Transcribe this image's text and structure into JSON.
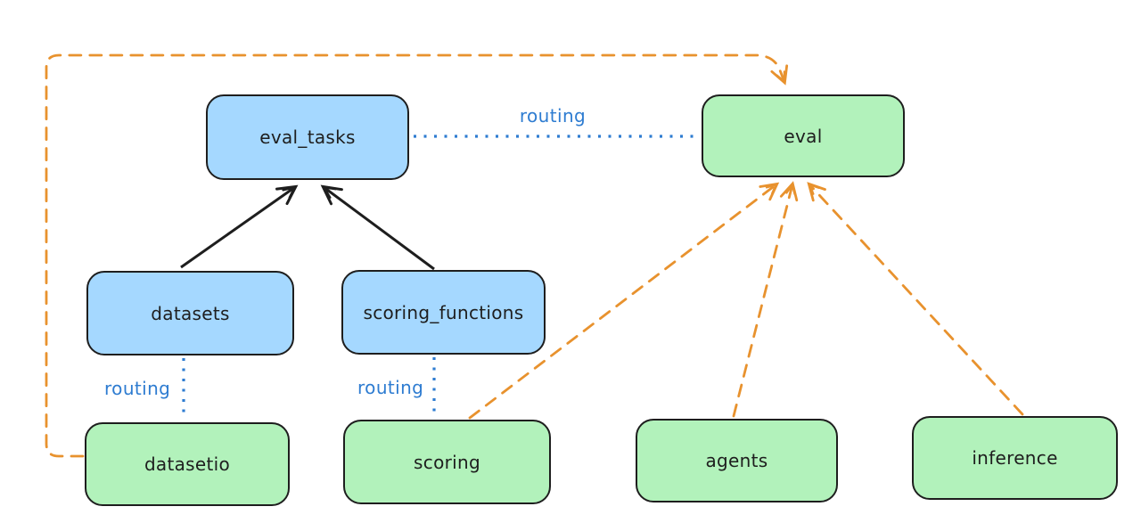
{
  "diagram": {
    "background": "#ffffff",
    "nodes": [
      {
        "id": "eval_tasks",
        "label": "eval_tasks",
        "kind": "resource",
        "fill": "#a5d8ff"
      },
      {
        "id": "eval",
        "label": "eval",
        "kind": "api",
        "fill": "#b2f2bb"
      },
      {
        "id": "datasets",
        "label": "datasets",
        "kind": "resource",
        "fill": "#a5d8ff"
      },
      {
        "id": "scoring_functions",
        "label": "scoring_functions",
        "kind": "resource",
        "fill": "#a5d8ff"
      },
      {
        "id": "datasetio",
        "label": "datasetio",
        "kind": "api",
        "fill": "#b2f2bb"
      },
      {
        "id": "scoring",
        "label": "scoring",
        "kind": "api",
        "fill": "#b2f2bb"
      },
      {
        "id": "agents",
        "label": "agents",
        "kind": "api",
        "fill": "#b2f2bb"
      },
      {
        "id": "inference",
        "label": "inference",
        "kind": "api",
        "fill": "#b2f2bb"
      }
    ],
    "edges": [
      {
        "from": "datasets",
        "to": "eval_tasks",
        "style": "solid",
        "color": "#1e1e1e",
        "label": ""
      },
      {
        "from": "scoring_functions",
        "to": "eval_tasks",
        "style": "solid",
        "color": "#1e1e1e",
        "label": ""
      },
      {
        "from": "eval_tasks",
        "to": "eval",
        "style": "dotted",
        "color": "#2e7cd1",
        "label": "routing"
      },
      {
        "from": "datasets",
        "to": "datasetio",
        "style": "dotted",
        "color": "#2e7cd1",
        "label": "routing"
      },
      {
        "from": "scoring_functions",
        "to": "scoring",
        "style": "dotted",
        "color": "#2e7cd1",
        "label": "routing"
      },
      {
        "from": "datasetio",
        "to": "eval",
        "style": "dashed",
        "color": "#e8922e",
        "label": ""
      },
      {
        "from": "scoring",
        "to": "eval",
        "style": "dashed",
        "color": "#e8922e",
        "label": ""
      },
      {
        "from": "agents",
        "to": "eval",
        "style": "dashed",
        "color": "#e8922e",
        "label": ""
      },
      {
        "from": "inference",
        "to": "eval",
        "style": "dashed",
        "color": "#e8922e",
        "label": ""
      }
    ],
    "colors": {
      "blue_fill": "#a5d8ff",
      "green_fill": "#b2f2bb",
      "node_stroke": "#1e1e1e",
      "routing_blue": "#2e7cd1",
      "arrow_orange": "#e8922e"
    }
  }
}
